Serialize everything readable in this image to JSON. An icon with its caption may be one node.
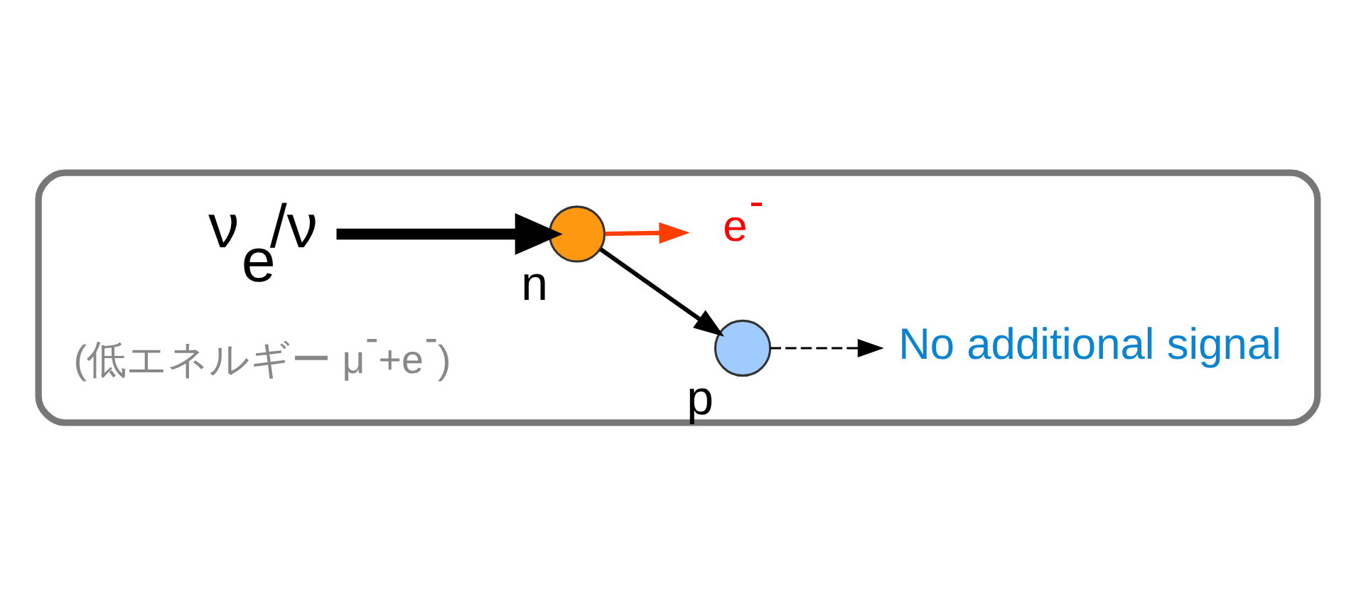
{
  "diagram": {
    "nodes": [
      {
        "text": [],
        "shape": "box"
      },
      {
        "text": [
          "ν$_{e}$/ν"
        ],
        "in": 0
      },
      {
        "text": [],
        "shape": "circle",
        "beside": [
          "n"
        ],
        "in": 0
      },
      {
        "text": [],
        "shape": "circle",
        "beside": [
          "p"
        ],
        "in": 0
      },
      {
        "text": [
          "No additional signal"
        ],
        "in": 0
      },
      {
        "text": [
          "e$^{-}$"
        ],
        "in": 0
      }
    ],
    "edges": [
      {
        "from": 1,
        "to": 2,
        "arrow": "to",
        "style": "thick"
      },
      {
        "from": 2,
        "to": 3,
        "arrow": "to"
      },
      {
        "from": 3,
        "to": 4,
        "arrow": "to",
        "style": "dashed"
      },
      {
        "from": 2,
        "to": 5,
        "arrow": "to",
        "color": "#ff3d00"
      }
    ],
    "labels": [
      "(低エネルギー μ$^{-}$+e$^{-}$)"
    ]
  }
}
